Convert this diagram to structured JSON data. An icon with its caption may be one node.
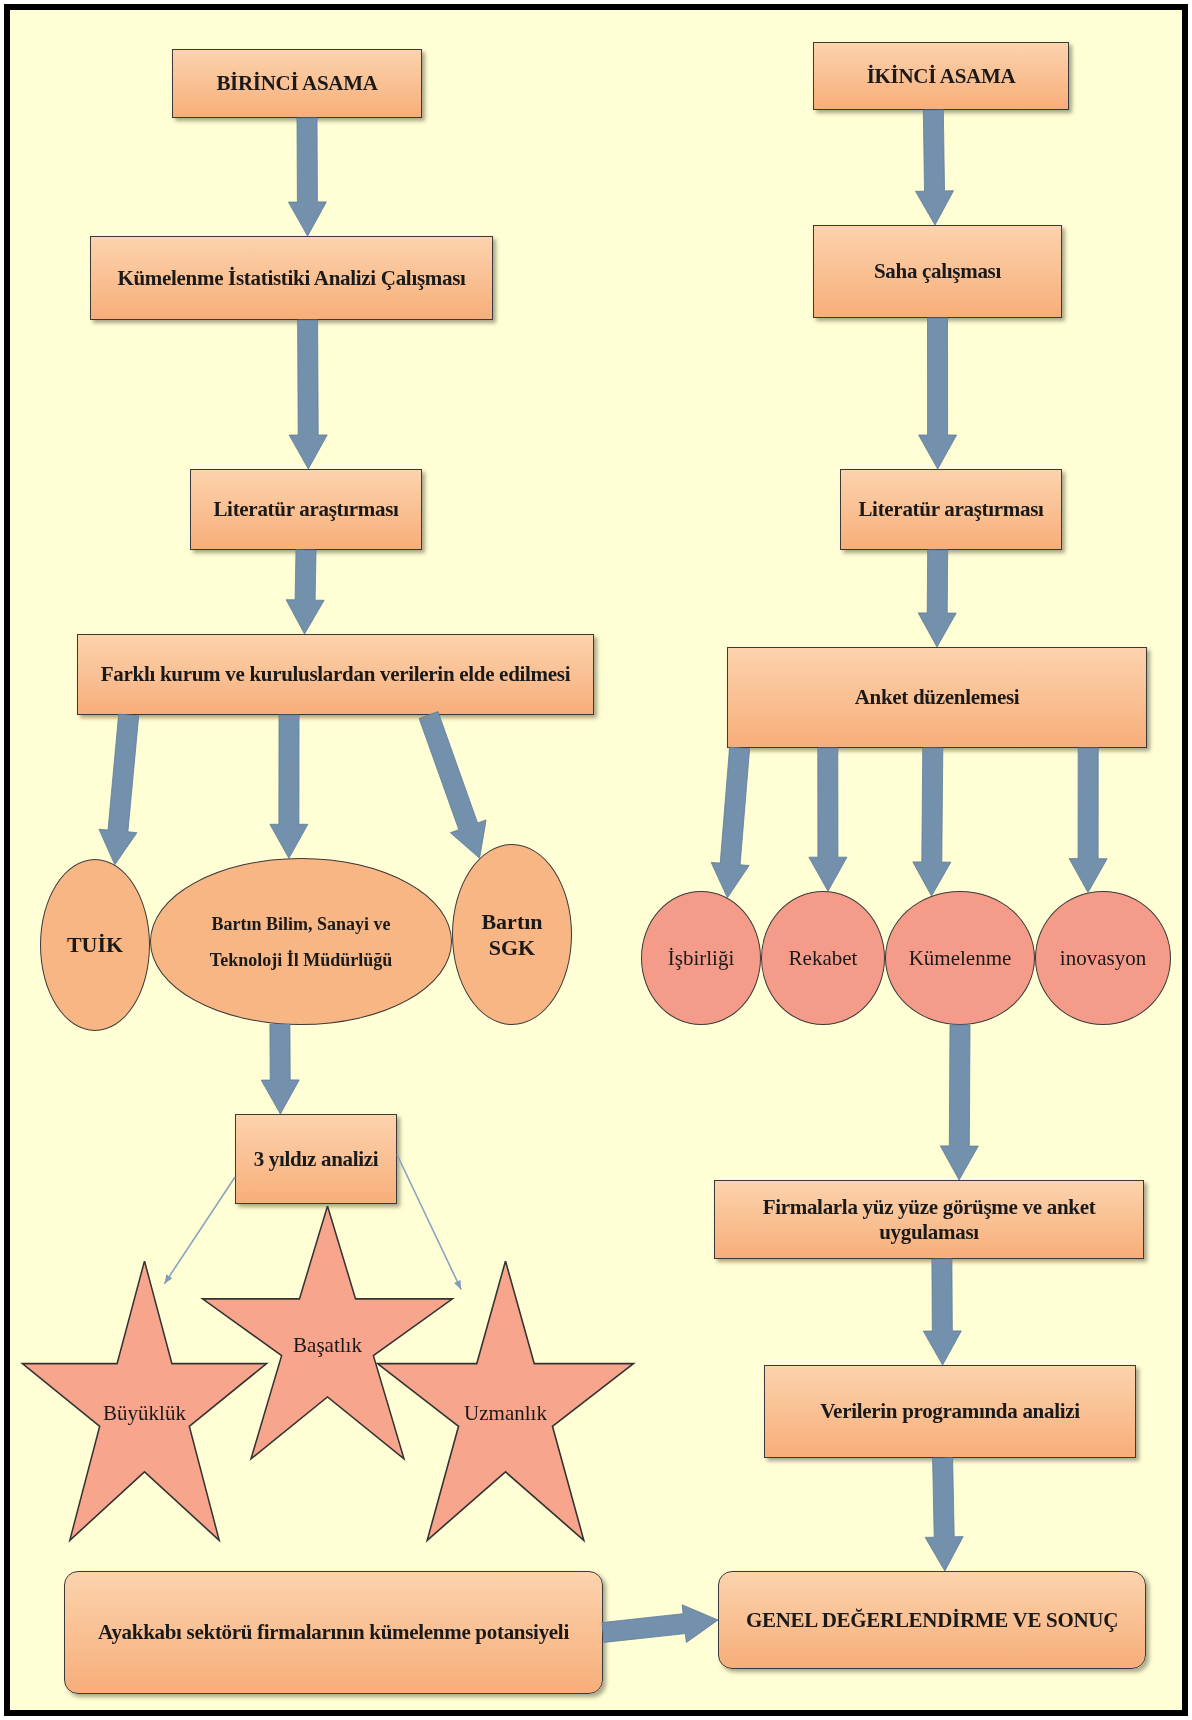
{
  "diagram": {
    "nodes": [
      {
        "text": [
          "BİRİNCİ ASAMA"
        ]
      },
      {
        "text": [
          "Kümelenme İstatistiki Analizi Çalışması"
        ]
      },
      {
        "text": [
          "Literatür araştırması"
        ]
      },
      {
        "text": [
          "Farklı kurum ve kuruluslardan verilerin elde edilmesi"
        ]
      },
      {
        "text": [
          "TUİK"
        ]
      },
      {
        "text": [
          "Bartın Bilim, Sanayi ve Teknoloji İl Müdürlüğü"
        ]
      },
      {
        "text": [
          "Bartın SGK"
        ]
      },
      {
        "text": [
          "3 yıldız analizi"
        ]
      },
      {
        "text": [
          "Büyüklük"
        ]
      },
      {
        "text": [
          "Başatlık"
        ]
      },
      {
        "text": [
          "Uzmanlık"
        ]
      },
      {
        "text": [
          "Ayakkabı sektörü firmalarının kümelenme potansiyeli"
        ]
      },
      {
        "text": [
          "İKİNCİ ASAMA"
        ]
      },
      {
        "text": [
          "Saha çalışması"
        ]
      },
      {
        "text": [
          "Literatür araştırması"
        ]
      },
      {
        "text": [
          "Anket düzenlemesi"
        ]
      },
      {
        "text": [
          "İşbirliği"
        ]
      },
      {
        "text": [
          "Rekabet"
        ]
      },
      {
        "text": [
          "Kümelenme"
        ]
      },
      {
        "text": [
          "inovasyon"
        ]
      },
      {
        "text": [
          "Firmalarla yüz yüze görüşme ve anket uygulaması"
        ]
      },
      {
        "text": [
          "Verilerin programında analizi"
        ]
      },
      {
        "text": [
          "GENEL DEĞERLENDİRME VE SONUÇ"
        ]
      }
    ],
    "edges": [
      {
        "from": 0,
        "to": 1,
        "arrow": "to",
        "style": "thick"
      },
      {
        "from": 1,
        "to": 2,
        "arrow": "to",
        "style": "thick"
      },
      {
        "from": 2,
        "to": 3,
        "arrow": "to",
        "style": "thick"
      },
      {
        "from": 3,
        "to": 4,
        "arrow": "to",
        "style": "thick"
      },
      {
        "from": 3,
        "to": 5,
        "arrow": "to",
        "style": "thick"
      },
      {
        "from": 3,
        "to": 6,
        "arrow": "to",
        "style": "thick"
      },
      {
        "from": 5,
        "to": 7,
        "arrow": "to",
        "style": "thick"
      },
      {
        "from": 7,
        "to": 8,
        "arrow": "to"
      },
      {
        "from": 7,
        "to": 10,
        "arrow": "to"
      },
      {
        "from": 12,
        "to": 13,
        "arrow": "to",
        "style": "thick"
      },
      {
        "from": 13,
        "to": 14,
        "arrow": "to",
        "style": "thick"
      },
      {
        "from": 14,
        "to": 15,
        "arrow": "to",
        "style": "thick"
      },
      {
        "from": 15,
        "to": 16,
        "arrow": "to",
        "style": "thick"
      },
      {
        "from": 15,
        "to": 17,
        "arrow": "to",
        "style": "thick"
      },
      {
        "from": 15,
        "to": 18,
        "arrow": "to",
        "style": "thick"
      },
      {
        "from": 15,
        "to": 19,
        "arrow": "to",
        "style": "thick"
      },
      {
        "from": 18,
        "to": 20,
        "arrow": "to",
        "style": "thick"
      },
      {
        "from": 20,
        "to": 21,
        "arrow": "to",
        "style": "thick"
      },
      {
        "from": 21,
        "to": 22,
        "arrow": "to",
        "style": "thick"
      },
      {
        "from": 11,
        "to": 22,
        "arrow": "to",
        "style": "thick"
      }
    ]
  }
}
